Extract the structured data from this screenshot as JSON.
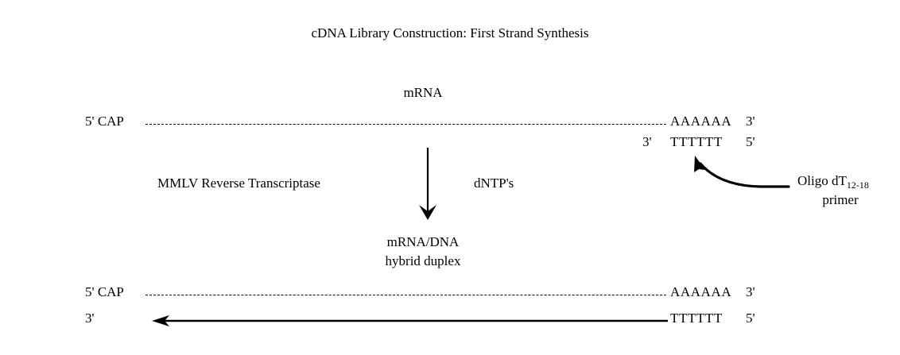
{
  "diagram": {
    "title": "cDNA Library Construction: First Strand Synthesis",
    "background_color": "#ffffff",
    "ink_color": "#000000",
    "top_complex": {
      "label": "mRNA",
      "template_five_prime": "5' CAP",
      "template_poly_a": "AAAAAA",
      "template_three_prime": "3'",
      "primer_three_prime": "3'",
      "primer_poly_t": "TTTTTT",
      "primer_five_prime": "5'"
    },
    "reaction": {
      "enzyme": "MMLV Reverse Transcriptase",
      "substrate": "dNTP's",
      "arrow_direction": "down"
    },
    "primer_callout": {
      "name_prefix": "Oligo dT",
      "length_range": "12-18",
      "second_line": "primer",
      "arrow_direction": "up-left"
    },
    "product": {
      "line1": "mRNA/DNA",
      "line2": "hybrid duplex",
      "template_five_prime": "5' CAP",
      "template_poly_a": "AAAAAA",
      "template_three_prime": "3'",
      "strand_three_prime": "3'",
      "strand_poly_t": "TTTTTT",
      "strand_five_prime": "5'",
      "synthesis_arrow_direction": "left"
    }
  }
}
